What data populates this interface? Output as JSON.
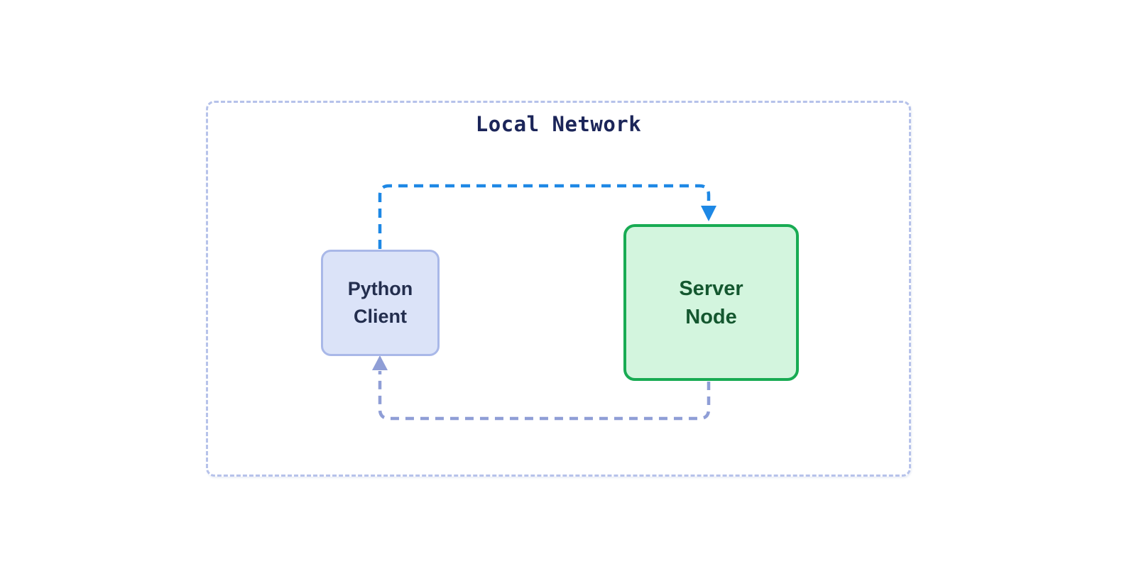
{
  "diagram": {
    "title": "Local Network",
    "boundary": {
      "label": "Local Network",
      "border_color": "#b6c2ea",
      "style": "dashed"
    },
    "nodes": [
      {
        "id": "python-client",
        "label": "Python Client",
        "lines": [
          "Python",
          "Client"
        ],
        "fill": "#dbe3f8",
        "border_color": "#a9b8e8",
        "text_color": "#232e4e"
      },
      {
        "id": "server-node",
        "label": "Server Node",
        "lines": [
          "Server",
          "Node"
        ],
        "fill": "#d3f5de",
        "border_color": "#18ab53",
        "text_color": "#14572f"
      }
    ],
    "edges": [
      {
        "id": "client-to-server",
        "from": "python-client",
        "to": "server-node",
        "style": "dashed",
        "color": "#1e88e5"
      },
      {
        "id": "server-to-client",
        "from": "server-node",
        "to": "python-client",
        "style": "dashed",
        "color": "#8f9ed6"
      }
    ]
  }
}
